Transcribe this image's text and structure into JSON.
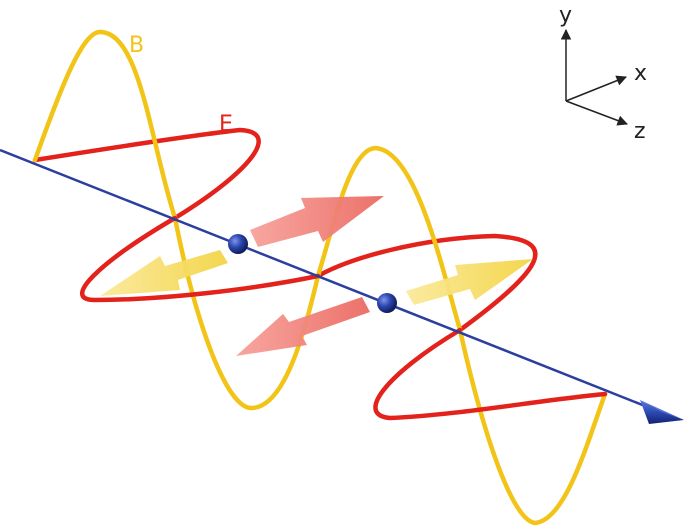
{
  "labels": {
    "b_field": "B",
    "e_field": "E"
  },
  "axes": {
    "y": "y",
    "x": "x",
    "z": "z"
  },
  "colors": {
    "b_wave": "#f2c418",
    "e_wave": "#e3221b",
    "propagation_axis": "#2b3f9e",
    "e_arrow": "#f07b74",
    "b_arrow": "#f6dc55",
    "charge": "#233a94",
    "axis_gizmo": "#222222"
  },
  "icons": {
    "propagation": "cone-arrow-icon",
    "charge": "sphere-icon",
    "coordinate_axes": "axes-icon"
  }
}
